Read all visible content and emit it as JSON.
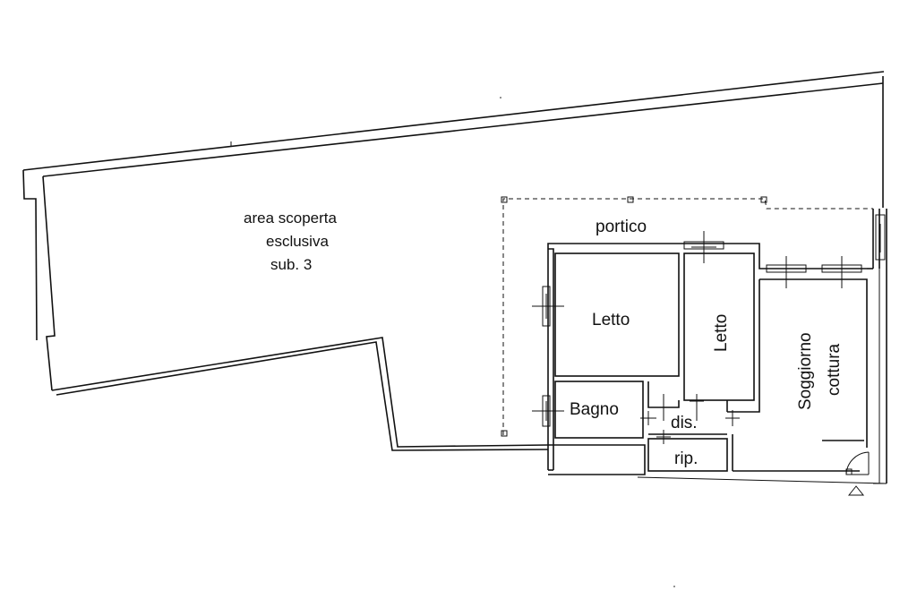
{
  "plan": {
    "outdoor_area_lines": [
      "area scoperta",
      "esclusiva",
      "sub. 3"
    ],
    "rooms": {
      "portico": "portico",
      "letto_1": "Letto",
      "letto_2": "Letto",
      "bagno": "Bagno",
      "disimpegno": "dis.",
      "ripostiglio": "rip.",
      "soggiorno_line1": "Soggiorno",
      "soggiorno_line2": "cottura"
    }
  }
}
